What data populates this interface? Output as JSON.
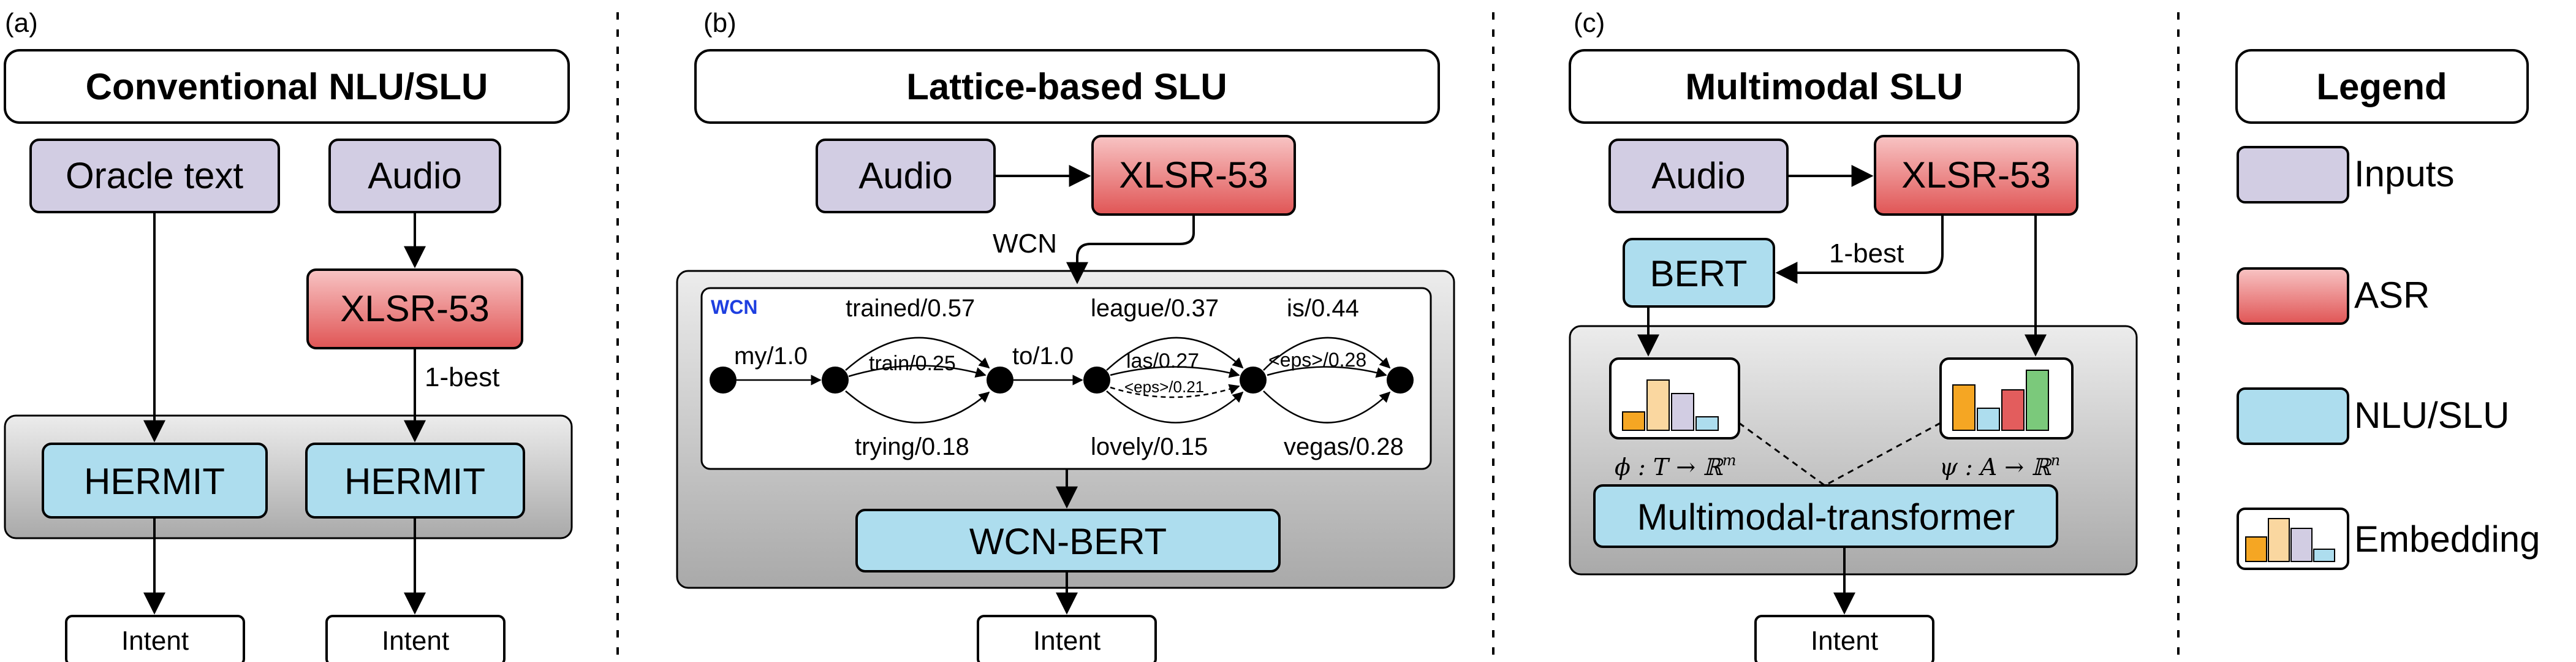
{
  "panels": {
    "a": {
      "tag": "(a)",
      "title": "Conventional NLU/SLU",
      "oracle": "Oracle text",
      "audio": "Audio",
      "asr": "XLSR-53",
      "onebest": "1-best",
      "hermit1": "HERMIT",
      "hermit2": "HERMIT",
      "intent1": "Intent",
      "intent2": "Intent"
    },
    "b": {
      "tag": "(b)",
      "title": "Lattice-based SLU",
      "audio": "Audio",
      "asr": "XLSR-53",
      "wcn_arrow": "WCN",
      "wcn_tag": "WCN",
      "edges": {
        "my": "my/1.0",
        "trained": "trained/0.57",
        "train": "train/0.25",
        "trying": "trying/0.18",
        "to": "to/1.0",
        "league": "league/0.37",
        "las": "las/0.27",
        "eps1": "<eps>/0.21",
        "lovely": "lovely/0.15",
        "is": "is/0.44",
        "eps2": "<eps>/0.28",
        "vegas": "vegas/0.28"
      },
      "wcnbert": "WCN-BERT",
      "intent": "Intent"
    },
    "c": {
      "tag": "(c)",
      "title": "Multimodal SLU",
      "audio": "Audio",
      "asr": "XLSR-53",
      "bert": "BERT",
      "onebest": "1-best",
      "phi": "ϕ : T → ℝ",
      "phi_sup": "m",
      "psi": "ψ : A → ℝ",
      "psi_sup": "n",
      "mmt": "Multimodal-transformer",
      "intent": "Intent"
    },
    "legend": {
      "title": "Legend",
      "inputs": "Inputs",
      "asr": "ASR",
      "nlu": "NLU/SLU",
      "embedding": "Embedding"
    }
  },
  "colors": {
    "input": "#D2CDE3",
    "asr_top": "#F7B9B9",
    "asr_bottom": "#E35D5D",
    "nlu": "#ADDDEE",
    "bar_orange": "#F5A623",
    "bar_yellow": "#FAD7A0",
    "bar_purple": "#D2CDE3",
    "bar_blue": "#ADDDEE",
    "bar_red": "#E35D5D",
    "bar_green": "#7BC97B",
    "wcn_tag": "#1E3FE0"
  }
}
